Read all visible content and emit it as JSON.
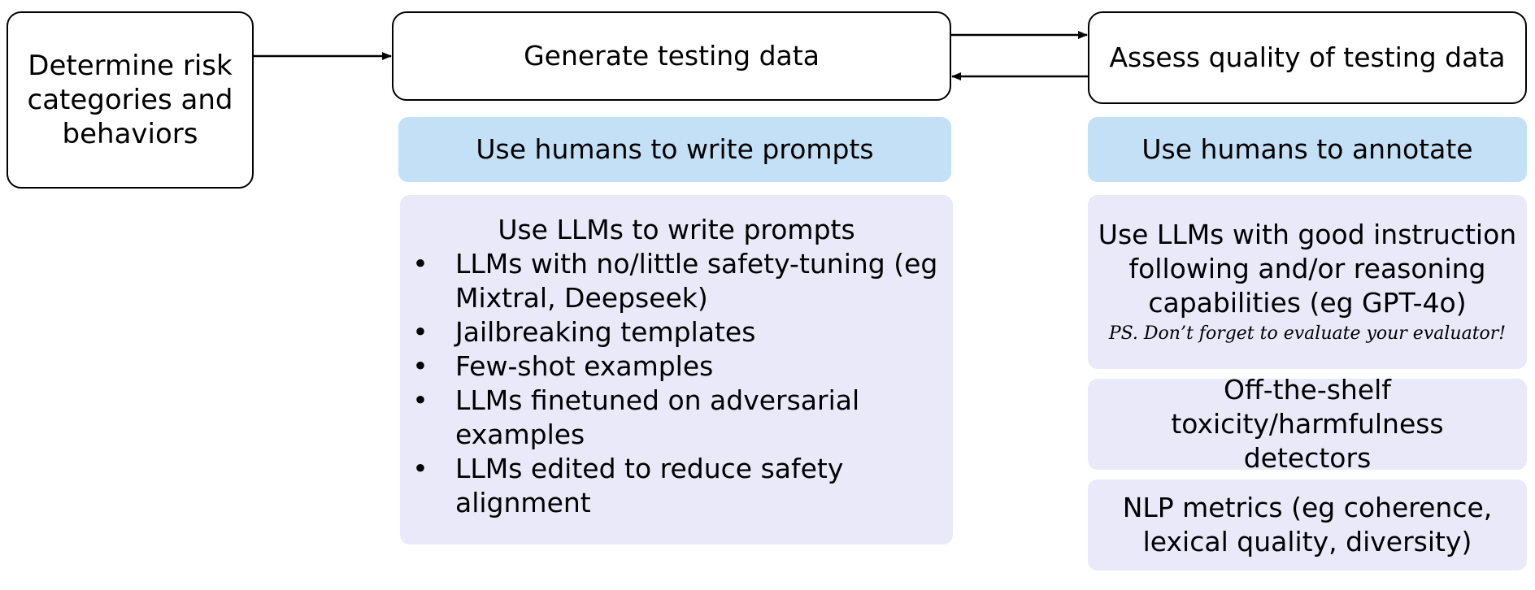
{
  "nodes": {
    "determine": "Determine risk categories and behaviors",
    "generate": "Generate testing data",
    "assess": "Assess quality of testing data"
  },
  "generate_methods": {
    "humans": "Use humans to write prompts",
    "llms_heading": "Use LLMs to write prompts",
    "llms_items": [
      "LLMs with no/little safety-tuning (eg Mixtral, Deepseek)",
      "Jailbreaking templates",
      "Few-shot examples",
      "LLMs finetuned on adversarial examples",
      "LLMs edited to reduce safety alignment"
    ],
    "bullet": "•"
  },
  "assess_methods": {
    "humans": "Use humans to annotate",
    "llms": "Use LLMs with good instruction following and/or reasoning capabilities (eg GPT-4o)",
    "llms_note": "PS. Don’t forget to evaluate your evaluator!",
    "detectors": "Off-the-shelf toxicity/harmfulness detectors",
    "nlp_metrics": "NLP metrics (eg coherence, lexical quality, diversity)"
  },
  "colors": {
    "human_box": "#c3e0f7",
    "llm_box": "#e9e9fa",
    "outline": "#000000"
  }
}
